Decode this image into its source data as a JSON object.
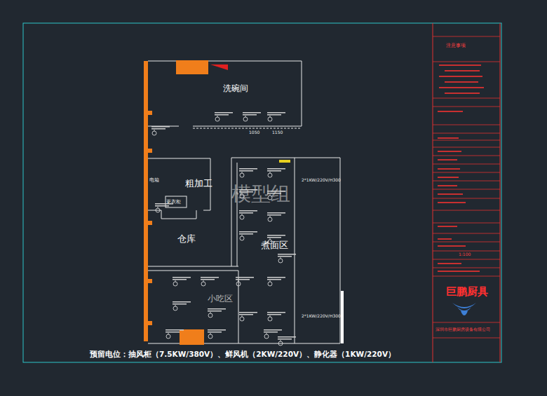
{
  "diagram": {
    "caption": "预留电位：抽风柜（7.5KW/380V）、鲜风机（2KW/220V）、静化器（1KW/220V）",
    "labels": [
      "注意事项",
      "洗碗间",
      "粗加工",
      "仓库",
      "煮面区",
      "小吃区",
      "电箱",
      "更衣柜",
      "1:100",
      "巨鹏厨具",
      "深圳市巨鹏厨房设备有限公司",
      "2*1KW/220V/H300",
      "2*1KW/220V/H300",
      "1050",
      "1150",
      "模型组"
    ]
  }
}
